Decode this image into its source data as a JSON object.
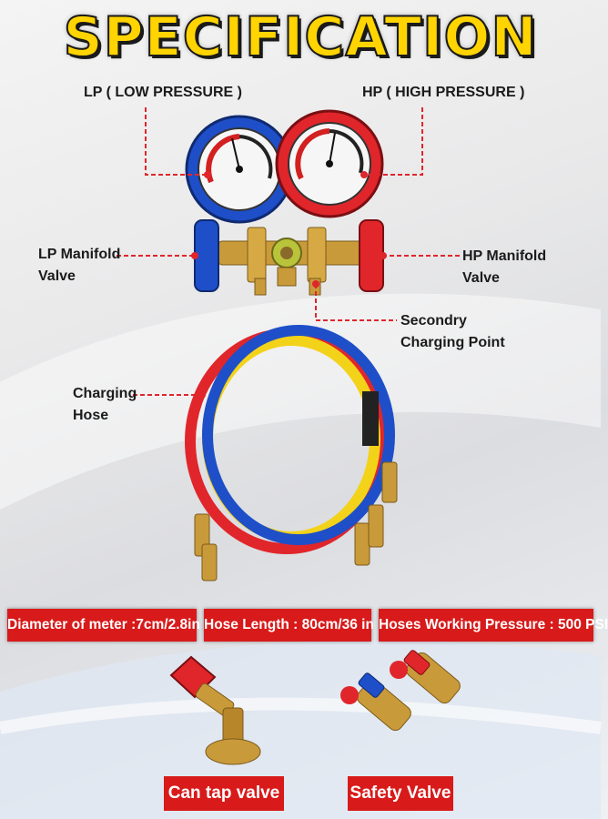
{
  "title": "SPECIFICATION",
  "callouts": {
    "lp": "LP ( LOW PRESSURE )",
    "hp": "HP ( HIGH PRESSURE )",
    "lp_valve_1": "LP Manifold",
    "lp_valve_2": "Valve",
    "hp_valve_1": "HP Manifold",
    "hp_valve_2": "Valve",
    "secondary_1": "Secondry",
    "secondary_2": "Charging Point",
    "hose_1": "Charging",
    "hose_2": "Hose"
  },
  "specs": {
    "diameter": "Diameter of meter :7cm/2.8in",
    "hose_length": "Hose Length : 80cm/36 in",
    "pressure": "Hoses Working Pressure : 500 PSI"
  },
  "accessories": {
    "can_tap": "Can tap valve",
    "safety": "Safety Valve"
  },
  "colors": {
    "accent_red": "#d81a1a",
    "title_yellow": "#ffd400",
    "gauge_blue": "#1e4fc8",
    "gauge_red": "#e0262b",
    "hose_yellow": "#f3d21a",
    "brass": "#c99a3a"
  }
}
